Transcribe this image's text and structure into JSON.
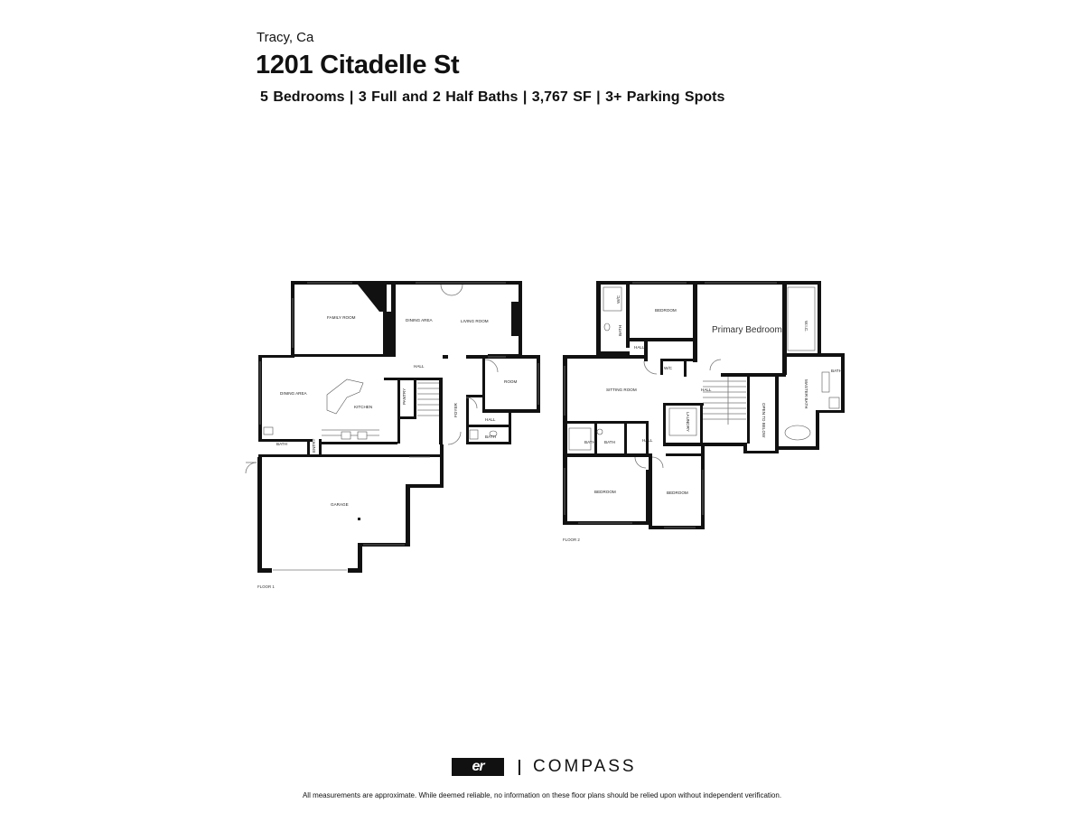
{
  "header": {
    "city": "Tracy, Ca",
    "address": "1201 Citadelle St",
    "stats": "5 Bedrooms |  3 Full and 2 Half Baths  |  3,767 SF  |  3+ Parking Spots"
  },
  "floor1": {
    "label": "FLOOR 1",
    "rooms": {
      "family_room": "FAMILY ROOM",
      "dining_area_top": "DINING AREA",
      "living_room": "LIVING ROOM",
      "hall": "HALL",
      "room": "ROOM",
      "dining_area_left": "DINING AREA",
      "kitchen": "KITCHEN",
      "pantry": "PANTRY",
      "foyer": "FOYER",
      "hall_small": "HALL",
      "bath_right": "BATH",
      "bath_left": "BATH",
      "entry": "ENTRY",
      "garage": "GARAGE"
    }
  },
  "floor2": {
    "label": "FLOOR 2",
    "rooms": {
      "wic_left": "W/C",
      "bath_left": "BATH",
      "hall_top": "HALL",
      "bedroom_top": "BEDROOM",
      "wic_small": "W/C",
      "primary_bedroom": "Primary Bedroom",
      "wic_right": "W.I.C.",
      "bath_right": "BATH",
      "master_bath": "MASTER BATH",
      "sitting_room": "SITTING ROOM",
      "hall_mid": "HALL",
      "open_to_below": "OPEN TO BELOW",
      "laundry": "LAUNDRY",
      "bath_a": "BATH",
      "bath_b": "BATH",
      "hall_low": "HALL",
      "bedroom_left": "BEDROOM",
      "bedroom_right": "BEDROOM"
    }
  },
  "footer": {
    "brand_er": "er",
    "brand_compass": "COMPASS",
    "disclaimer": "All measurements are approximate. While deemed reliable, no information on these floor plans should be relied upon without independent verification."
  }
}
